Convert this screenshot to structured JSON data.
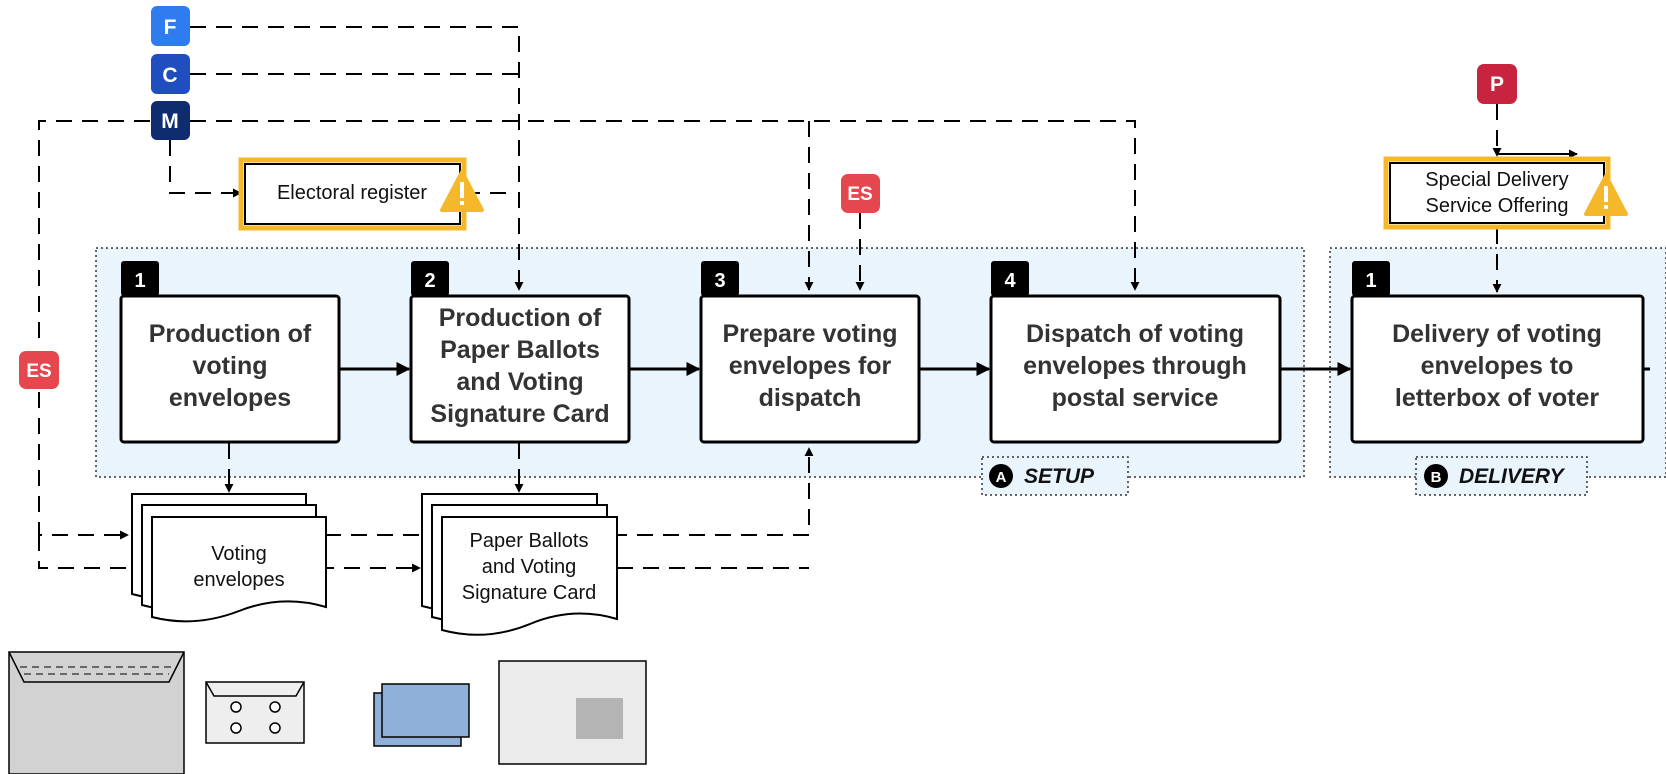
{
  "colors": {
    "phase_fill": "#eaf4fd",
    "badge_f": "#2f7bf0",
    "badge_c": "#1f4fbf",
    "badge_m": "#0f2d6e",
    "badge_es": "#e5474f",
    "badge_p": "#c8243f",
    "warning": "#f5b82a"
  },
  "actors": {
    "f": "F",
    "c": "C",
    "m": "M",
    "p": "P",
    "es_left": "ES",
    "es_mid": "ES"
  },
  "inputs": {
    "electoral_register": "Electoral register",
    "special_delivery": [
      "Special Delivery",
      "Service Offering"
    ]
  },
  "phases": {
    "setup": {
      "letter": "A",
      "label": "SETUP"
    },
    "delivery": {
      "letter": "B",
      "label": "DELIVERY"
    }
  },
  "steps": [
    {
      "number": "1",
      "lines": [
        "Production of",
        "voting",
        "envelopes"
      ]
    },
    {
      "number": "2",
      "lines": [
        "Production of",
        "Paper Ballots",
        "and Voting",
        "Signature Card"
      ]
    },
    {
      "number": "3",
      "lines": [
        "Prepare voting",
        "envelopes for",
        "dispatch"
      ]
    },
    {
      "number": "4",
      "lines": [
        "Dispatch of voting",
        "envelopes through",
        "postal service"
      ]
    },
    {
      "number": "1",
      "lines": [
        "Delivery of voting",
        "envelopes to",
        "letterbox of voter"
      ]
    }
  ],
  "documents": {
    "voting_envelopes": [
      "Voting",
      "envelopes"
    ],
    "ballots": [
      "Paper Ballots",
      "and Voting",
      "Signature Card"
    ]
  },
  "icons": [
    "outer-envelope-icon",
    "window-envelope-icon",
    "ballot-cards-icon",
    "signature-card-icon",
    "warning-icon"
  ]
}
